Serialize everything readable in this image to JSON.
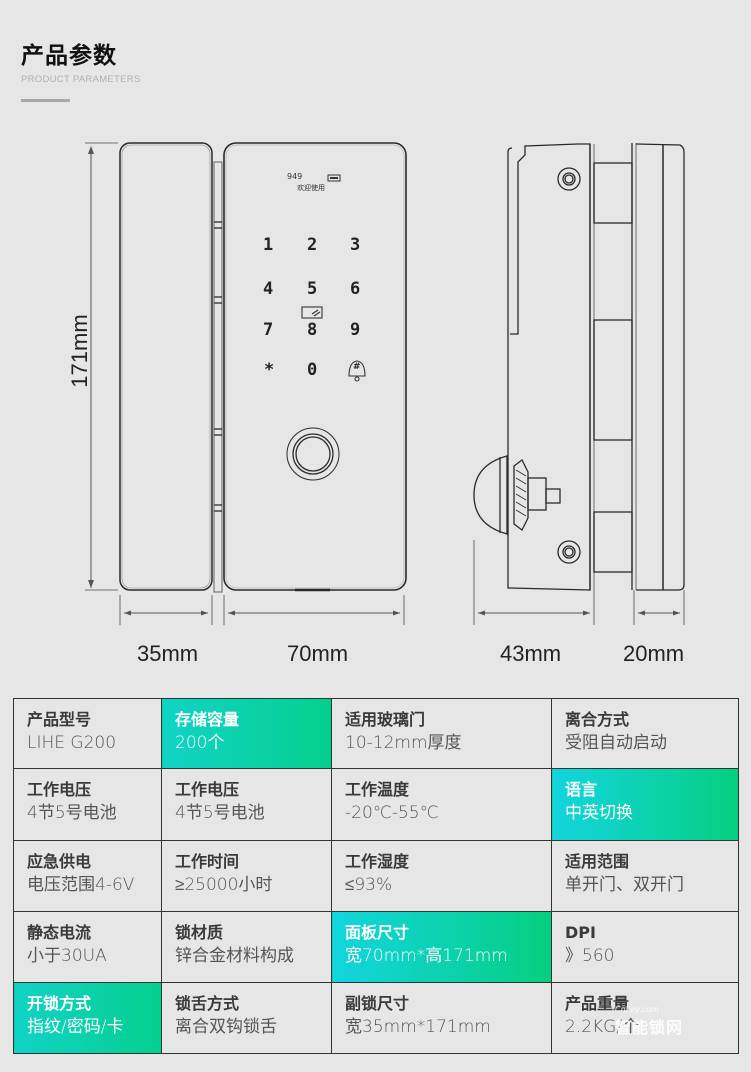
{
  "header": {
    "title": "产品参数",
    "subtitle": "PRODUCT PARAMETERS"
  },
  "drawing": {
    "screen": {
      "code": "949",
      "message": "欢迎使用",
      "icon": "battery-icon"
    },
    "keypad": {
      "keys": [
        "1",
        "2",
        "3",
        "4",
        "5",
        "6",
        "7",
        "8",
        "9",
        "*",
        "0",
        "#"
      ],
      "card_icon": "card-reader-icon",
      "bell_icon": "doorbell-icon"
    },
    "fingerprint_icon": "fingerprint-sensor-icon",
    "dimensions": {
      "height": "171mm",
      "side_width": "35mm",
      "front_width": "70mm",
      "profile_depth": "43mm",
      "secondary_depth": "20mm"
    }
  },
  "colors": {
    "background": "#e6e6e6",
    "highlight_start": "#11d3c6",
    "highlight_end": "#05cf8e",
    "border": "#333333"
  },
  "specs": {
    "rows": [
      [
        {
          "label": "产品型号",
          "value": "LIHE G200",
          "highlight": false
        },
        {
          "label": "存储容量",
          "value": "200个",
          "highlight": true
        },
        {
          "label": "适用玻璃门",
          "value": "10-12mm厚度",
          "highlight": false
        },
        {
          "label": "离合方式",
          "value": "受阻自动启动",
          "highlight": false
        }
      ],
      [
        {
          "label": "工作电压",
          "value": "4节5号电池",
          "highlight": false
        },
        {
          "label": "工作电压",
          "value": "4节5号电池",
          "highlight": false
        },
        {
          "label": "工作温度",
          "value": "-20℃-55℃",
          "highlight": false
        },
        {
          "label": "语言",
          "value": "中英切换",
          "highlight": true
        }
      ],
      [
        {
          "label": "应急供电",
          "value": "电压范围4-6V",
          "highlight": false
        },
        {
          "label": "工作时间",
          "value": "≥25000小时",
          "highlight": false
        },
        {
          "label": "工作湿度",
          "value": "≤93%",
          "highlight": false
        },
        {
          "label": "适用范围",
          "value": "单开门、双开门",
          "highlight": false
        }
      ],
      [
        {
          "label": "静态电流",
          "value": "小于30UA",
          "highlight": false
        },
        {
          "label": "锁材质",
          "value": "锌合金材料构成",
          "highlight": false
        },
        {
          "label": "面板尺寸",
          "value": "宽70mm*高171mm",
          "highlight": true
        },
        {
          "label": "DPI",
          "value": "》560",
          "highlight": false
        }
      ],
      [
        {
          "label": "开锁方式",
          "value": "指纹/密码/卡",
          "highlight": true
        },
        {
          "label": "锁舌方式",
          "value": "离合双钩锁舌",
          "highlight": false
        },
        {
          "label": "副锁尺寸",
          "value": "宽35mm*171mm",
          "highlight": false
        },
        {
          "label": "产品重量",
          "value": "2.2KG/个",
          "highlight": false
        }
      ]
    ]
  },
  "watermark": {
    "text": "智能锁网",
    "small": "Cnkey.com"
  }
}
